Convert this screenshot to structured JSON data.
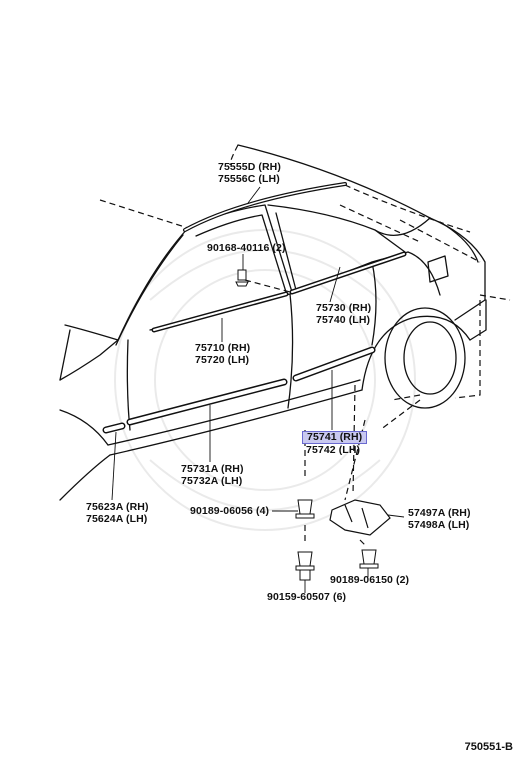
{
  "labels": {
    "p75555d": "75555D (RH)",
    "p75556c": "75556C (LH)",
    "p90168": "90168-40116 (2)",
    "p75730": "75730 (RH)",
    "p75740": "75740 (LH)",
    "p75710": "75710 (RH)",
    "p75720": "75720 (LH)",
    "p75741": "75741 (RH)",
    "p75742": "75742 (LH)",
    "p75731a": "75731A (RH)",
    "p75732a": "75732A (LH)",
    "p75623a": "75623A (RH)",
    "p75624a": "75624A (LH)",
    "p90189a": "90189-06056 (4)",
    "p57497a": "57497A (RH)",
    "p57498a": "57498A (LH)",
    "p90189b": "90189-06150 (2)",
    "p90159": "90159-60507 (6)"
  },
  "diagram_ref": "750551-B",
  "highlight_color": "#c9c9f0"
}
